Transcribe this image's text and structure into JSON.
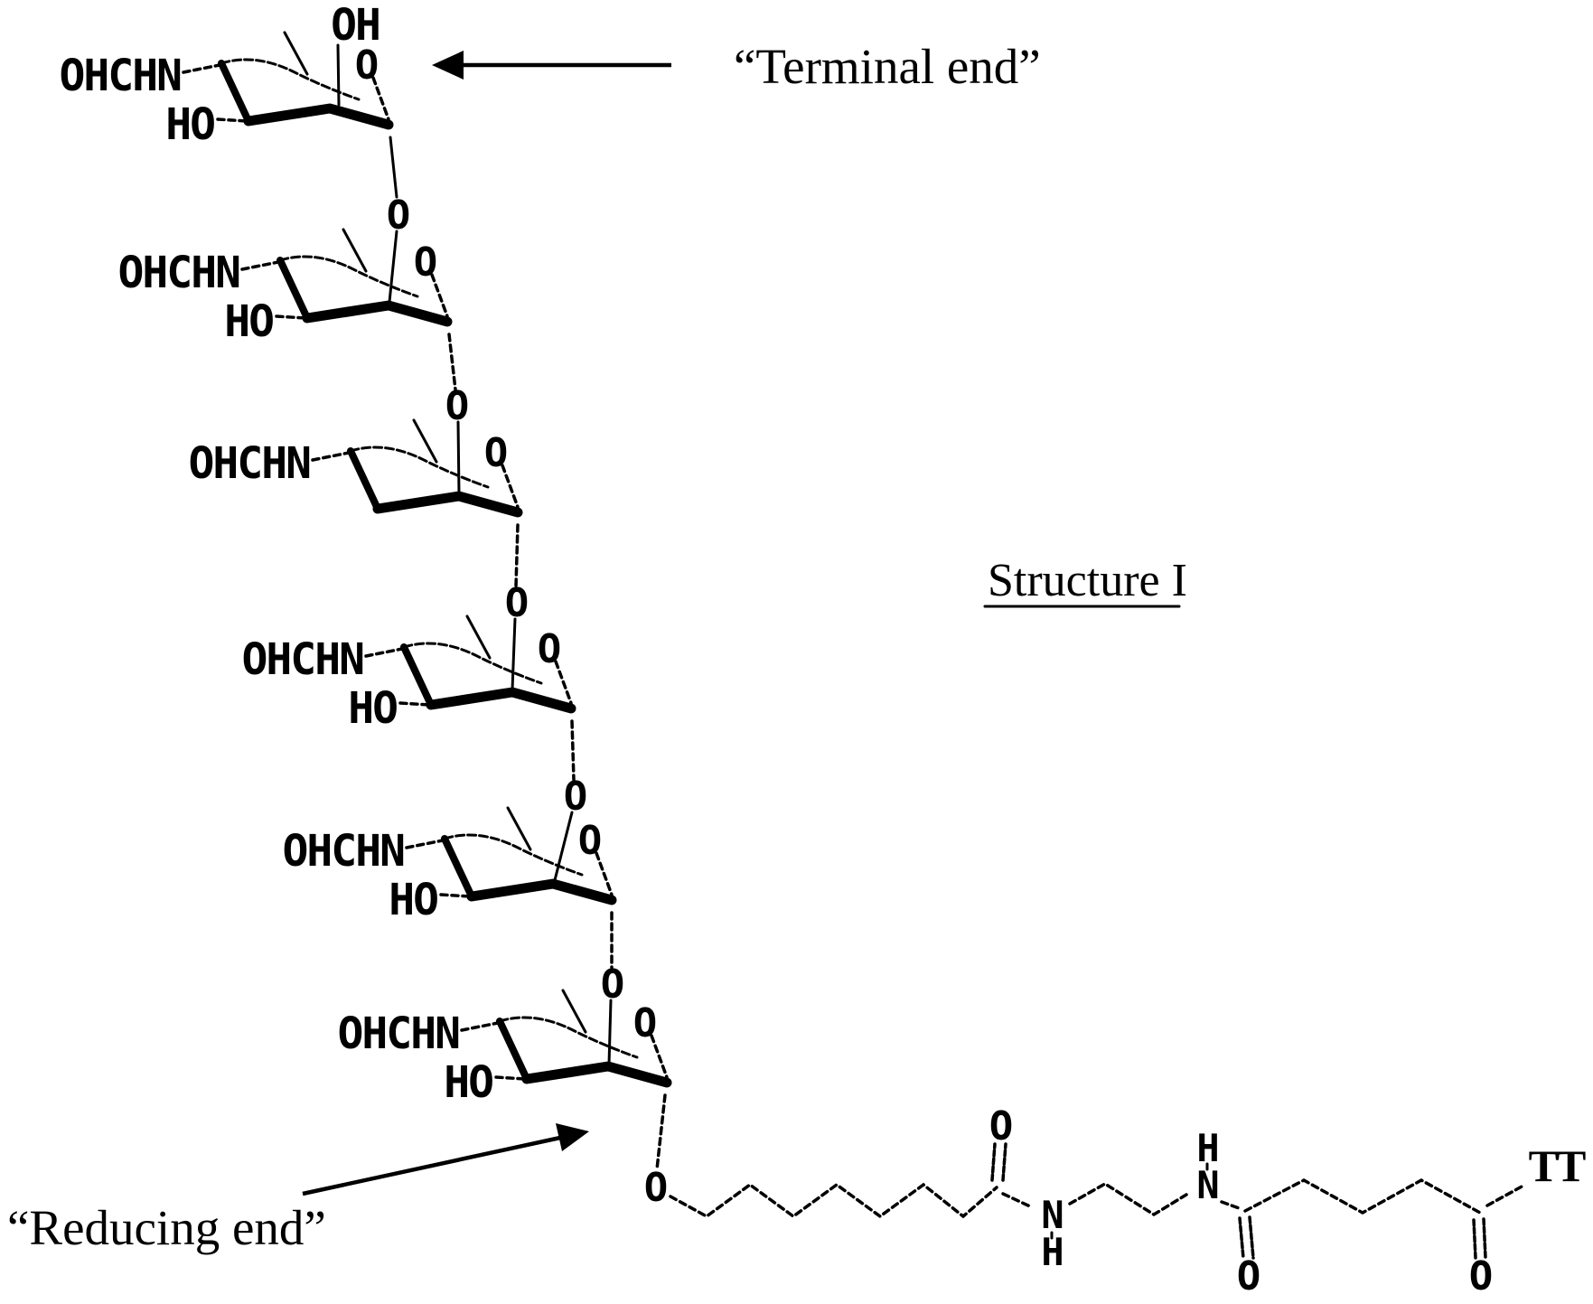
{
  "annotations": {
    "terminal_end": "“Terminal end”",
    "reducing_end": "“Reducing end”",
    "structure_title": "Structure I"
  },
  "structure": {
    "units": [
      {
        "amine": "OHCHN",
        "hydroxyl": "HO",
        "top_hydroxyl": "OH",
        "ring_oxygen": "O",
        "glycosidic_oxygen": "O"
      },
      {
        "amine": "OHCHN",
        "hydroxyl": "HO",
        "ring_oxygen": "O",
        "glycosidic_oxygen": "O"
      },
      {
        "amine": "OHCHN",
        "ring_oxygen": "O",
        "glycosidic_oxygen": "O"
      },
      {
        "amine": "OHCHN",
        "hydroxyl": "HO",
        "ring_oxygen": "O",
        "glycosidic_oxygen": "O"
      },
      {
        "amine": "OHCHN",
        "hydroxyl": "HO",
        "ring_oxygen": "O",
        "glycosidic_oxygen": "O"
      },
      {
        "amine": "OHCHN",
        "hydroxyl": "HO",
        "ring_oxygen": "O",
        "glycosidic_oxygen": "O"
      }
    ]
  },
  "linker": {
    "ether_oxygen": "O",
    "amide1": {
      "oxygen": "O",
      "nitrogen": "N",
      "hydrogen": "H"
    },
    "amide2": {
      "hydrogen": "H",
      "nitrogen": "N",
      "oxygen": "O"
    },
    "terminal_carbonyl_oxygen": "O",
    "protein_label": "TT"
  }
}
